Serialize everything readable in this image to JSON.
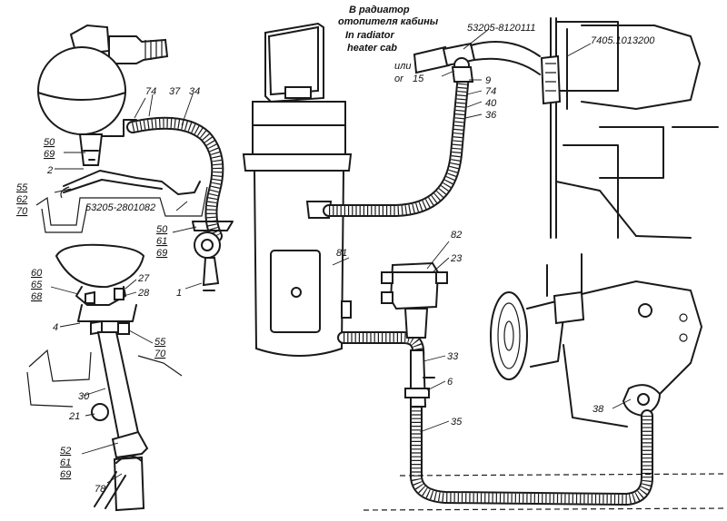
{
  "annotations": {
    "cab_ru_line1": "В радиатор",
    "cab_ru_line2": "отопителя кабины",
    "cab_en_line1": "In radiator",
    "cab_en_line2": "heater cab",
    "part_8120111": "53205-8120111",
    "part_7405": "7405.1013200",
    "part_2801082": "53205-2801082",
    "or_ru": "или",
    "or_en": "or"
  },
  "callouts": {
    "c1": "1",
    "c2": "2",
    "c4": "4",
    "c6": "6",
    "c9": "9",
    "c15": "15",
    "c21": "21",
    "c23": "23",
    "c27": "27",
    "c28": "28",
    "c30": "30",
    "c33": "33",
    "c34": "34",
    "c35": "35",
    "c36": "36",
    "c37": "37",
    "c38": "38",
    "c40": "40",
    "c74a": "74",
    "c74b": "74",
    "c78": "78",
    "c81": "81",
    "c82": "82",
    "g50_69": [
      "50",
      "69"
    ],
    "g55_62_70": [
      "55",
      "62",
      "70"
    ],
    "g50_61_69": [
      "50",
      "61",
      "69"
    ],
    "g60_65_68": [
      "60",
      "65",
      "68"
    ],
    "g55_70": [
      "55",
      "70"
    ],
    "g52_61_69": [
      "52",
      "61",
      "69"
    ]
  }
}
